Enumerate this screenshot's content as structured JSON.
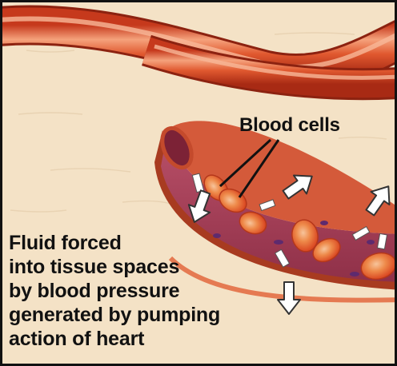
{
  "labels": {
    "blood_cells": "Blood cells"
  },
  "caption_lines": [
    "Fluid forced",
    "into tissue spaces",
    "by blood pressure",
    "generated by pumping",
    "action of heart"
  ],
  "colors": {
    "tissue": "#f4e2c6",
    "vessel_wall": "#e0582f",
    "vessel_highlight": "#f5a27c",
    "vessel_interior": "#a94260",
    "red_blood_cell": "#e8562a",
    "arrow_fill": "#ffffff",
    "frame": "#111111"
  },
  "icons": [
    "fluid-arrow-icon",
    "red-blood-cell-icon",
    "pointer-line-icon"
  ]
}
